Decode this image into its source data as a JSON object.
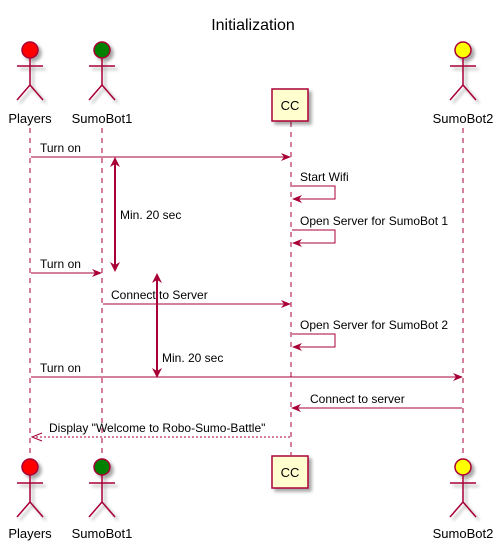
{
  "title": "Initialization",
  "colors": {
    "line": "#A80036",
    "box_fill": "#FEFECE",
    "players_head": "#FF0000",
    "sumobot1_head": "#008000",
    "sumobot2_head": "#FFFF00"
  },
  "participants": {
    "players": "Players",
    "sumobot1": "SumoBot1",
    "cc": "CC",
    "sumobot2": "SumoBot2"
  },
  "messages": {
    "m1": "Turn on",
    "m2": "Start Wifi",
    "m3": "Open Server for SumoBot 1",
    "m4": "Turn on",
    "m5": "Connect to Server",
    "m6": "Open Server for SumoBot 2",
    "m7": "Turn on",
    "m8": "Connect to server",
    "m9": "Display \"Welcome to Robo-Sumo-Battle\""
  },
  "durations": {
    "d1": "Min. 20 sec",
    "d2": "Min. 20 sec"
  }
}
